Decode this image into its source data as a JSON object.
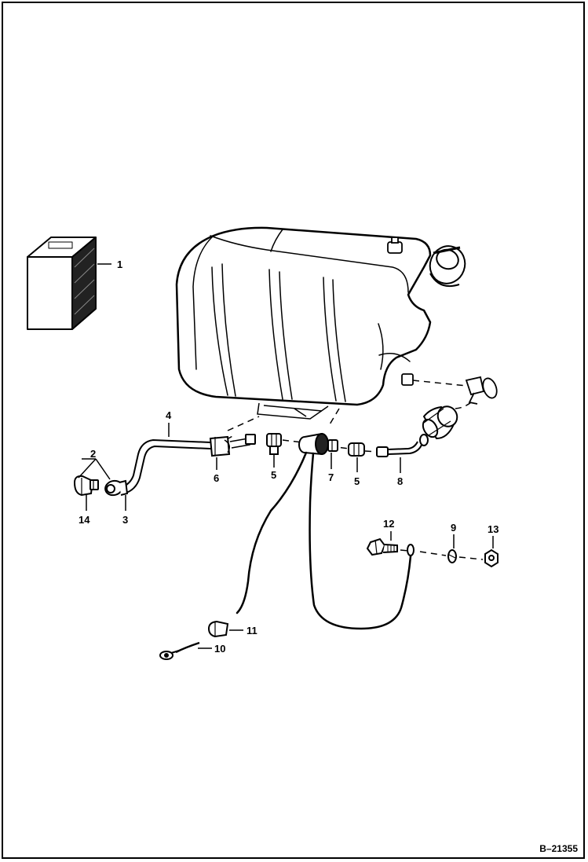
{
  "diagram": {
    "callouts": {
      "c1": "1",
      "c2": "2",
      "c3": "3",
      "c4": "4",
      "c5a": "5",
      "c5b": "5",
      "c6": "6",
      "c7": "7",
      "c8": "8",
      "c9": "9",
      "c10": "10",
      "c11": "11",
      "c12": "12",
      "c13": "13",
      "c14": "14"
    },
    "figure_ref": "B–21355"
  }
}
